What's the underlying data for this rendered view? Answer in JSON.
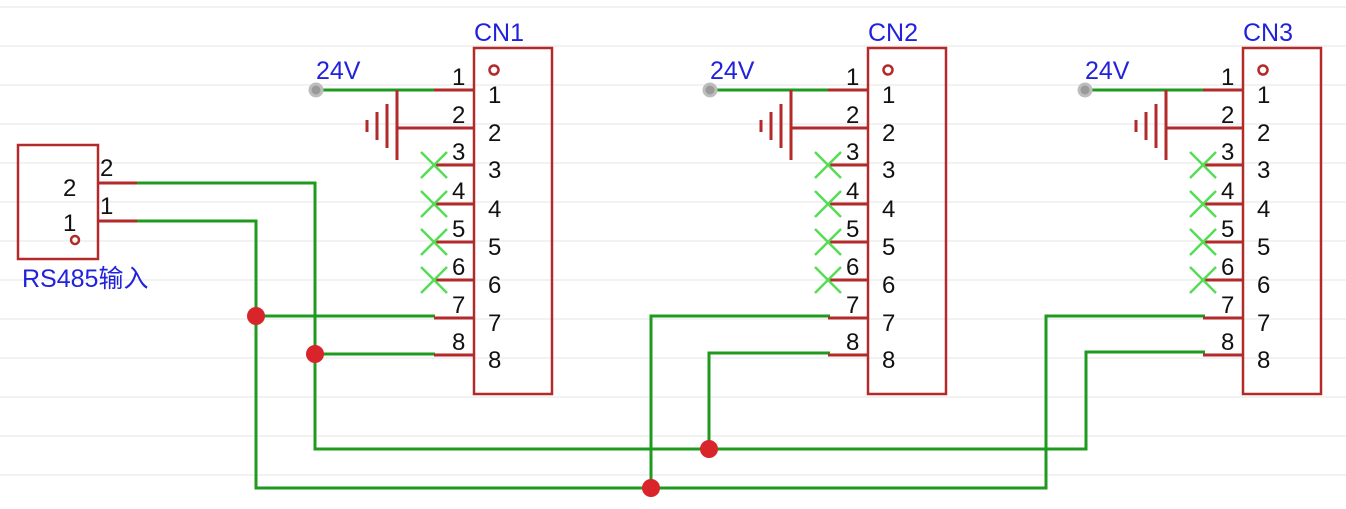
{
  "connectors": [
    {
      "id": "cn1",
      "label": "CN1",
      "power_label": "24V",
      "pins_outer": [
        "1",
        "2",
        "3",
        "4",
        "5",
        "6",
        "7",
        "8"
      ],
      "pins_inner": [
        "1",
        "2",
        "3",
        "4",
        "5",
        "6",
        "7",
        "8"
      ]
    },
    {
      "id": "cn2",
      "label": "CN2",
      "power_label": "24V",
      "pins_outer": [
        "1",
        "2",
        "3",
        "4",
        "5",
        "6",
        "7",
        "8"
      ],
      "pins_inner": [
        "1",
        "2",
        "3",
        "4",
        "5",
        "6",
        "7",
        "8"
      ]
    },
    {
      "id": "cn3",
      "label": "CN3",
      "power_label": "24V",
      "pins_outer": [
        "1",
        "2",
        "3",
        "4",
        "5",
        "6",
        "7",
        "8"
      ],
      "pins_inner": [
        "1",
        "2",
        "3",
        "4",
        "5",
        "6",
        "7",
        "8"
      ]
    }
  ],
  "input_connector": {
    "label": "RS485输入",
    "pins_outer": [
      "2",
      "1"
    ],
    "pins_inner": [
      "2",
      "1"
    ]
  },
  "colors": {
    "component": "#b22a2a",
    "wire": "#1f9a1f",
    "junction": "#d8242a",
    "label": "#2222dd",
    "no_connect": "#55dd55"
  }
}
